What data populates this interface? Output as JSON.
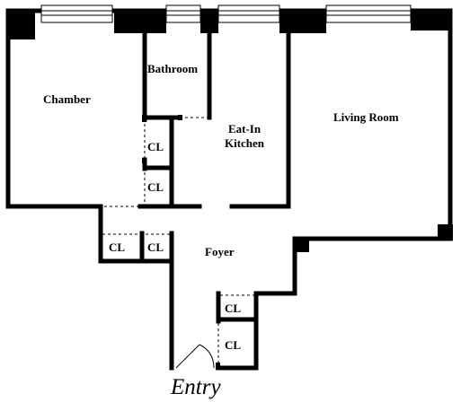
{
  "rooms": {
    "chamber": "Chamber",
    "bathroom": "Bathroom",
    "kitchen_line1": "Eat-In",
    "kitchen_line2": "Kitchen",
    "living_room": "Living Room",
    "foyer": "Foyer"
  },
  "closets": {
    "cl_1": "CL",
    "cl_2": "CL",
    "cl_3": "CL",
    "cl_4": "CL",
    "cl_5": "CL",
    "cl_6": "CL"
  },
  "entry_label": "Entry",
  "colors": {
    "wall": "#000000",
    "background": "#ffffff",
    "window_line": "#000000"
  }
}
